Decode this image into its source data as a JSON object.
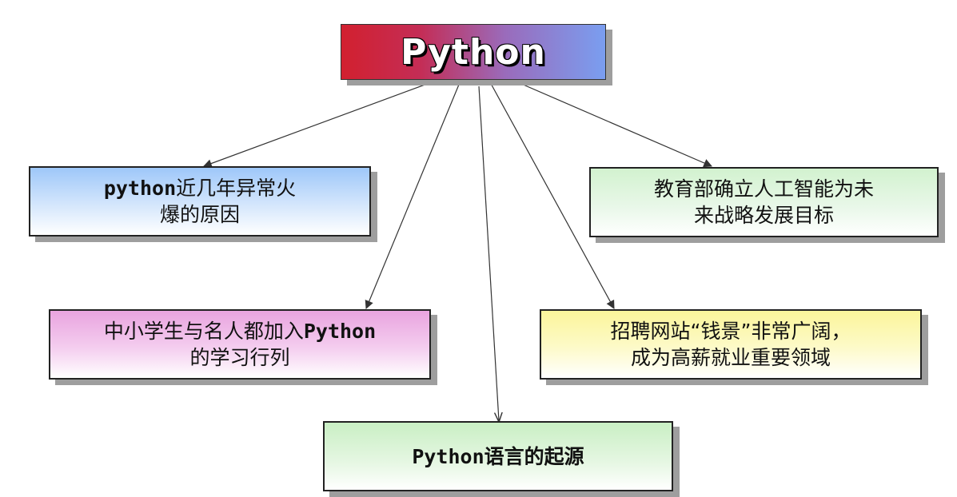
{
  "root": {
    "label": "Python"
  },
  "nodes": {
    "reason": {
      "prefix": "python",
      "text": "近几年异常火\n爆的原因"
    },
    "education": {
      "text": "教育部确立人工智能为未\n来战略发展目标"
    },
    "students": {
      "text": "中小学生与名人都加入",
      "suffix": "Python",
      "text2": "\n的学习行列"
    },
    "jobs": {
      "text": "招聘网站“钱景”非常广阔，\n成为高薪就业重要领域"
    },
    "origin": {
      "prefix": "Python",
      "text": "语言的起源"
    }
  },
  "colors": {
    "root_gradient": [
      "#d2202f",
      "#7a9ef0"
    ],
    "reason_fill": "#9ec7f9",
    "education_fill": "#d2f2cf",
    "students_fill": "#e9a4df",
    "jobs_fill": "#fbf59a",
    "origin_fill": "#c9efc4",
    "connector": "#333333"
  }
}
